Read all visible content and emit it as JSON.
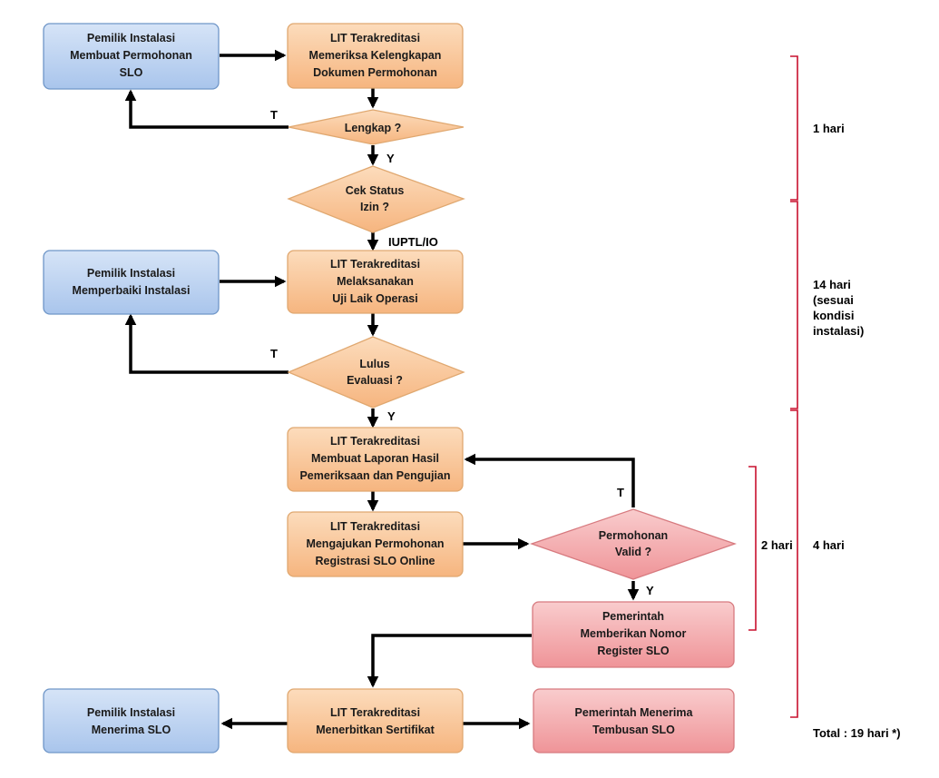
{
  "nodes": {
    "n1": [
      "Pemilik Instalasi",
      "Membuat Permohonan",
      "SLO"
    ],
    "n2": [
      "LIT Terakreditasi",
      "Memeriksa Kelengkapan",
      "Dokumen Permohonan"
    ],
    "d1": [
      "Lengkap ?"
    ],
    "d2": [
      "Cek Status",
      "Izin ?"
    ],
    "n3": [
      "Pemilik Instalasi",
      "Memperbaiki Instalasi"
    ],
    "n4": [
      "LIT Terakreditasi",
      "Melaksanakan",
      "Uji Laik Operasi"
    ],
    "d3": [
      "Lulus",
      "Evaluasi ?"
    ],
    "n5": [
      "LIT Terakreditasi",
      "Membuat Laporan Hasil",
      "Pemeriksaan dan Pengujian"
    ],
    "n6": [
      "LIT Terakreditasi",
      "Mengajukan Permohonan",
      "Registrasi SLO Online"
    ],
    "d4": [
      "Permohonan",
      "Valid ?"
    ],
    "n7": [
      "Pemerintah",
      "Memberikan Nomor",
      "Register SLO"
    ],
    "n8": [
      "Pemilik Instalasi",
      "Menerima SLO"
    ],
    "n9": [
      "LIT Terakreditasi",
      "Menerbitkan Sertifikat"
    ],
    "n10": [
      "Pemerintah Menerima",
      "Tembusan SLO"
    ]
  },
  "edge_labels": {
    "t1": "T",
    "y1": "Y",
    "iuptl": "IUPTL/IO",
    "t2": "T",
    "y2": "Y",
    "t3": "T",
    "y3": "Y"
  },
  "durations": {
    "d1": [
      "1 hari"
    ],
    "d2": [
      "14 hari",
      "(sesuai",
      "kondisi",
      "instalasi)"
    ],
    "d3": [
      "4 hari"
    ],
    "d4": [
      "2 hari"
    ],
    "total": [
      "Total : 19 hari *)"
    ]
  },
  "colors": {
    "blue_fill": "#b8d0f0",
    "blue_stroke": "#6f96c8",
    "orange_fill": "#f9c79a",
    "orange_stroke": "#e0a870",
    "red_fill": "#f4a9ac",
    "red_stroke": "#d77a7f",
    "bracket": "#c8102e"
  }
}
